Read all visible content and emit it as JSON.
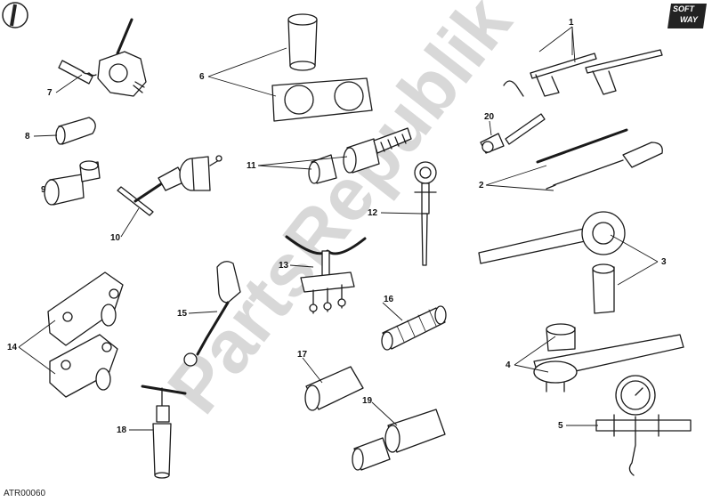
{
  "drawing_code": "ATR00060",
  "brand_logo": {
    "line1": "SOFT",
    "line2": "WAY"
  },
  "watermark": "PartsRepublik",
  "callouts": [
    {
      "id": "1",
      "text": "1"
    },
    {
      "id": "2",
      "text": "2"
    },
    {
      "id": "3",
      "text": "3"
    },
    {
      "id": "4",
      "text": "4"
    },
    {
      "id": "5",
      "text": "5"
    },
    {
      "id": "6",
      "text": "6"
    },
    {
      "id": "7",
      "text": "7"
    },
    {
      "id": "8",
      "text": "8"
    },
    {
      "id": "9",
      "text": "9"
    },
    {
      "id": "10",
      "text": "10"
    },
    {
      "id": "11",
      "text": "11"
    },
    {
      "id": "12",
      "text": "12"
    },
    {
      "id": "13",
      "text": "13"
    },
    {
      "id": "14",
      "text": "14"
    },
    {
      "id": "15",
      "text": "15"
    },
    {
      "id": "16",
      "text": "16"
    },
    {
      "id": "17",
      "text": "17"
    },
    {
      "id": "18",
      "text": "18"
    },
    {
      "id": "19",
      "text": "19"
    },
    {
      "id": "20",
      "text": "20"
    }
  ],
  "colors": {
    "line": "#1a1a1a",
    "fill": "#ffffff",
    "watermark": "#d8d8d8",
    "logo_bg": "#222222"
  }
}
